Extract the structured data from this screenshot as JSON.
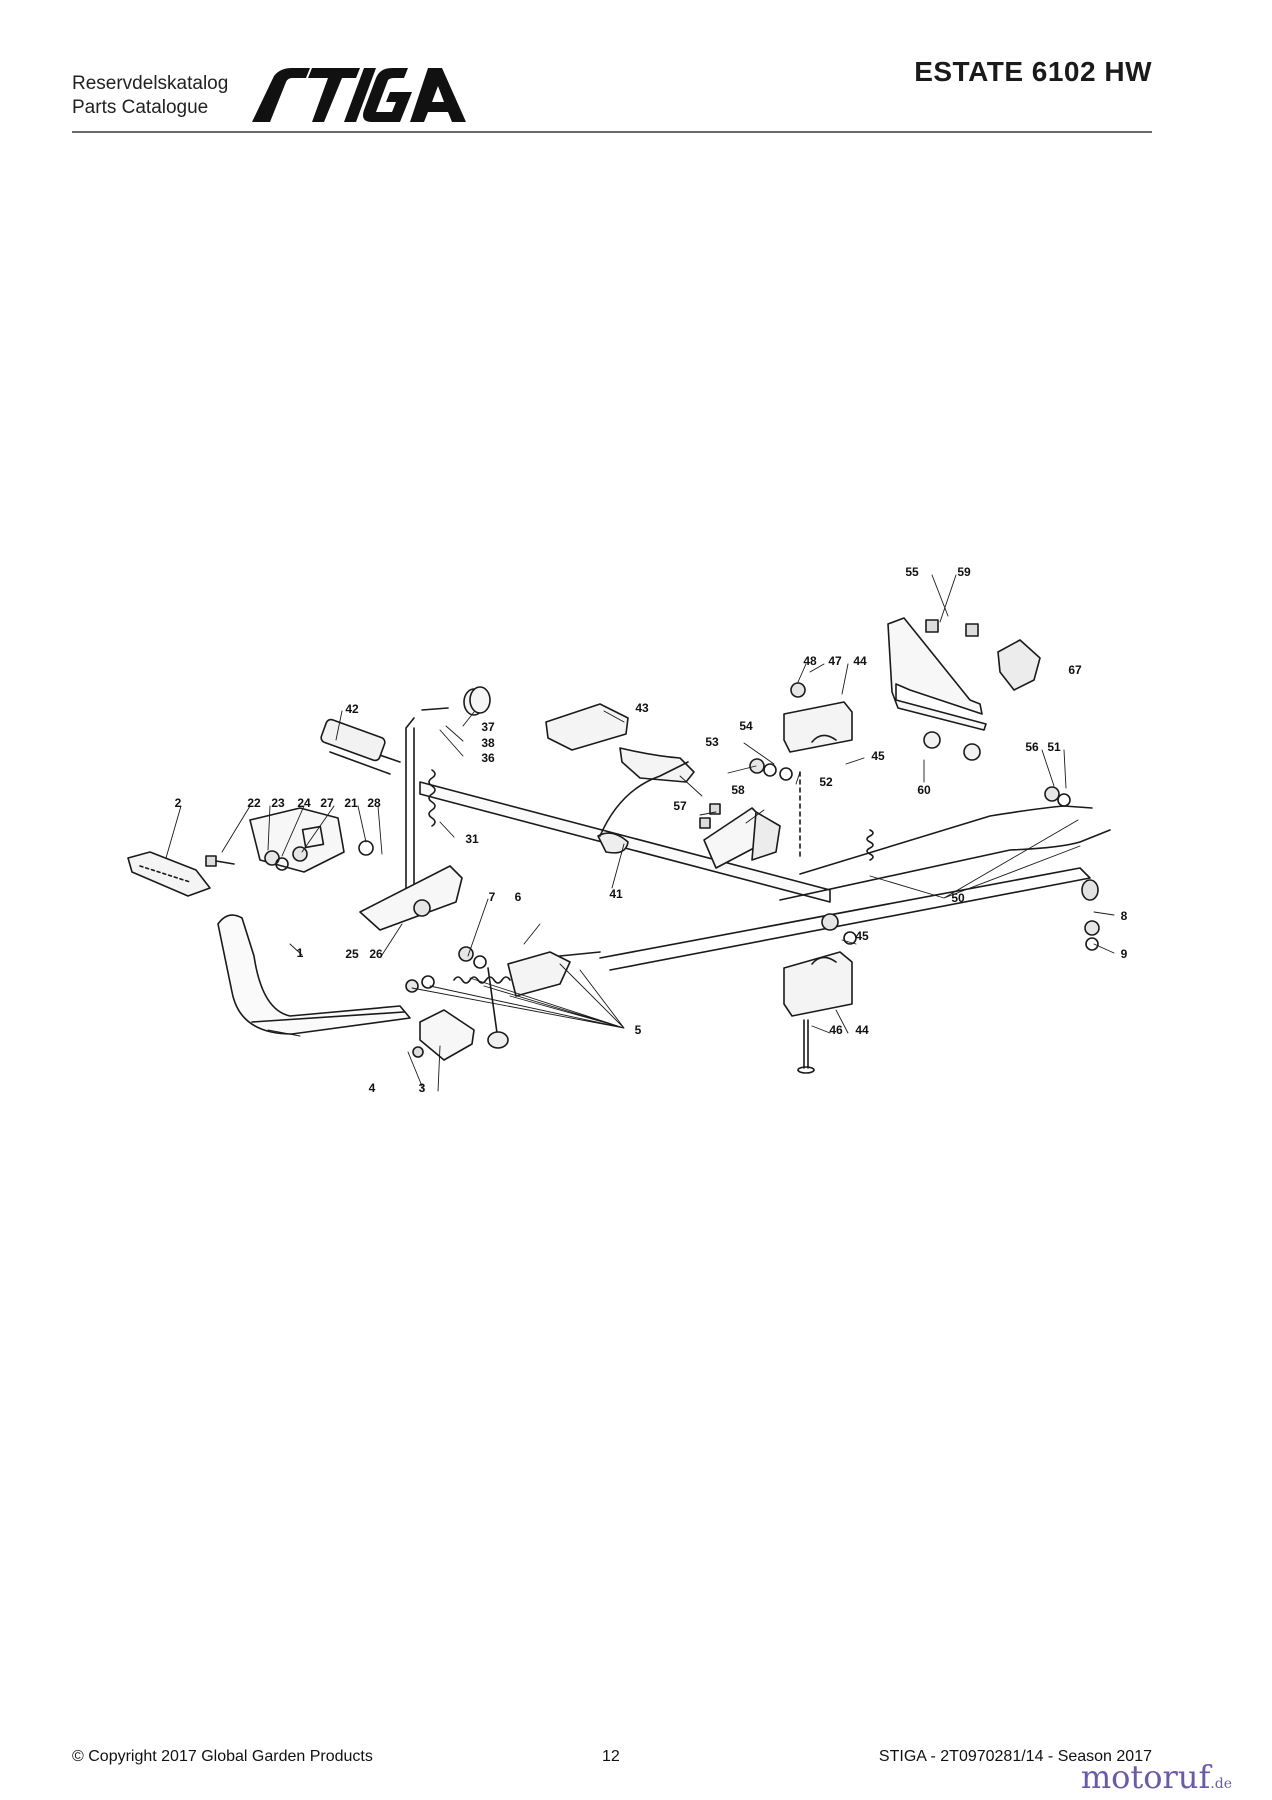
{
  "header": {
    "catalog_sv": "Reservdelskatalog",
    "catalog_en": "Parts Catalogue",
    "brand": "STIGA",
    "model": "ESTATE 6102 HW"
  },
  "callouts": [
    "1",
    "2",
    "3",
    "4",
    "5",
    "6",
    "7",
    "8",
    "9",
    "21",
    "22",
    "23",
    "24",
    "25",
    "26",
    "27",
    "28",
    "31",
    "36",
    "37",
    "38",
    "41",
    "42",
    "43",
    "44",
    "45",
    "46",
    "47",
    "48",
    "50",
    "51",
    "52",
    "53",
    "54",
    "55",
    "56",
    "57",
    "58",
    "59",
    "60",
    "67"
  ],
  "footer": {
    "copyright": "© Copyright 2017 Global Garden Products",
    "page": "12",
    "reference": "STIGA - 2T0970281/14 - Season 2017"
  },
  "watermark": {
    "name": "motoruf",
    "tld": ".de"
  },
  "colors": {
    "line": "#1a1a1a",
    "rule": "#6a6a6a",
    "watermark": "#6b5aa8"
  }
}
